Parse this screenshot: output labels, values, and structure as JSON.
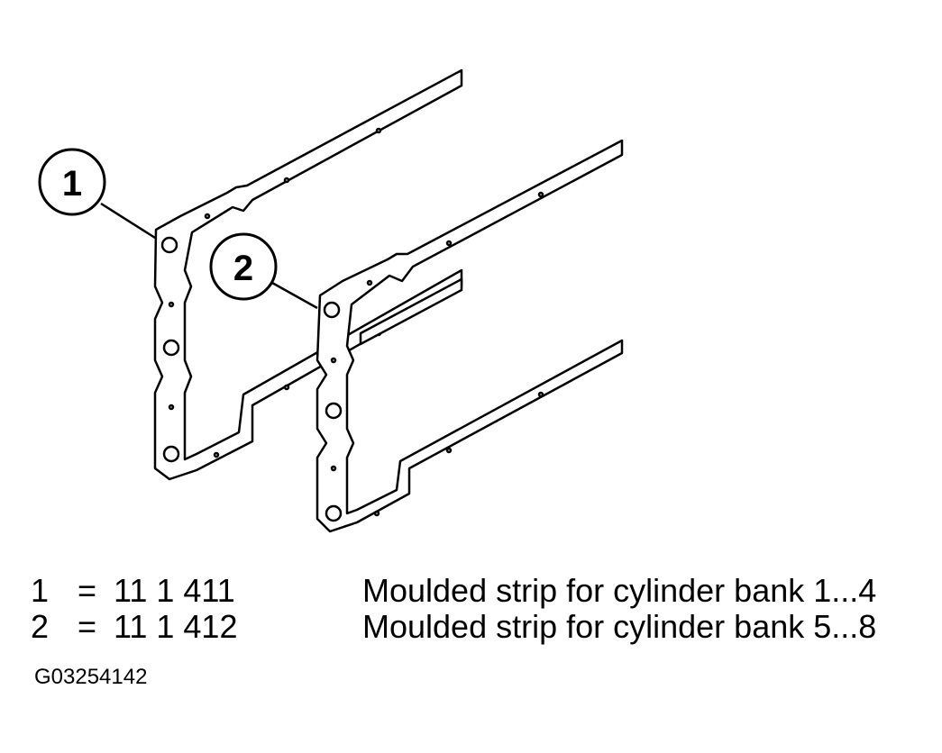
{
  "colors": {
    "stroke": "#000000",
    "fill": "#ffffff",
    "background": "#ffffff"
  },
  "diagram": {
    "callouts": [
      {
        "label": "1"
      },
      {
        "label": "2"
      }
    ]
  },
  "legend": [
    {
      "number": "1",
      "equals": "=",
      "part_number": "11 1 411",
      "description": "Moulded strip for cylinder bank 1...4"
    },
    {
      "number": "2",
      "equals": "=",
      "part_number": "11 1 412",
      "description": "Moulded strip for cylinder bank 5...8"
    }
  ],
  "figure_id": "G03254142"
}
